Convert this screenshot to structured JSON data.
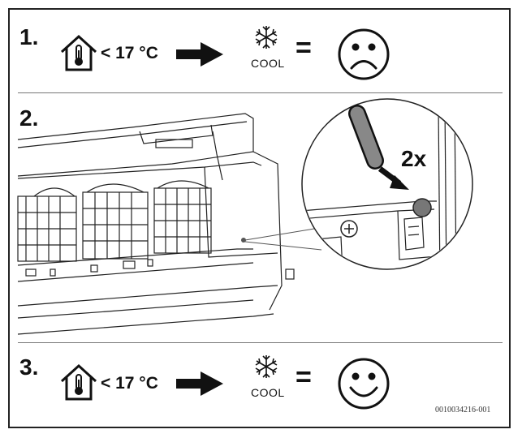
{
  "steps": [
    {
      "number": "1.",
      "temperature": "< 17 °C",
      "mode_label": "COOL",
      "equals": "=",
      "outcome": "sad-face"
    },
    {
      "number": "2.",
      "press_count": "2x"
    },
    {
      "number": "3.",
      "temperature": "< 17 °C",
      "mode_label": "COOL",
      "equals": "=",
      "outcome": "happy-face"
    }
  ],
  "figure_code": "0010034216-001",
  "icons": [
    "home-thermometer-icon",
    "arrow-right-icon",
    "snowflake-icon",
    "sad-face-icon",
    "happy-face-icon",
    "pen-tip-icon",
    "reset-button-icon"
  ]
}
